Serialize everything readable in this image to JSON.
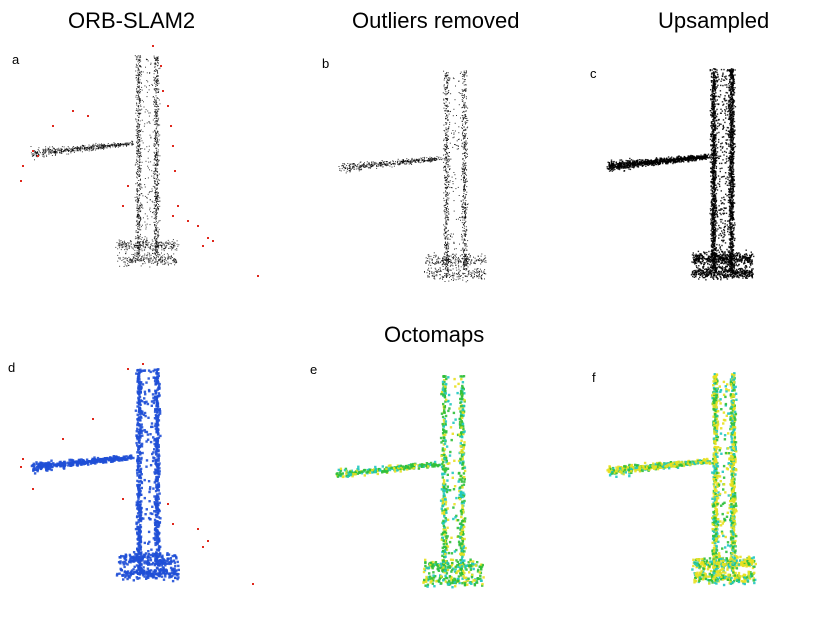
{
  "titles": {
    "col1": "ORB-SLAM2",
    "col2": "Outliers removed",
    "col3": "Upsampled",
    "row2": "Octomaps"
  },
  "panels": [
    {
      "letter": "a"
    },
    {
      "letter": "b"
    },
    {
      "letter": "c"
    },
    {
      "letter": "d"
    },
    {
      "letter": "e"
    },
    {
      "letter": "f"
    }
  ],
  "colors": {
    "points": "#000000",
    "outliers": "#e0281c",
    "octomap_blue": "#1f4fd6",
    "octomap_green": "#2fbf3a",
    "octomap_yellow": "#e8e020",
    "octomap_cyan": "#20c8c0"
  }
}
